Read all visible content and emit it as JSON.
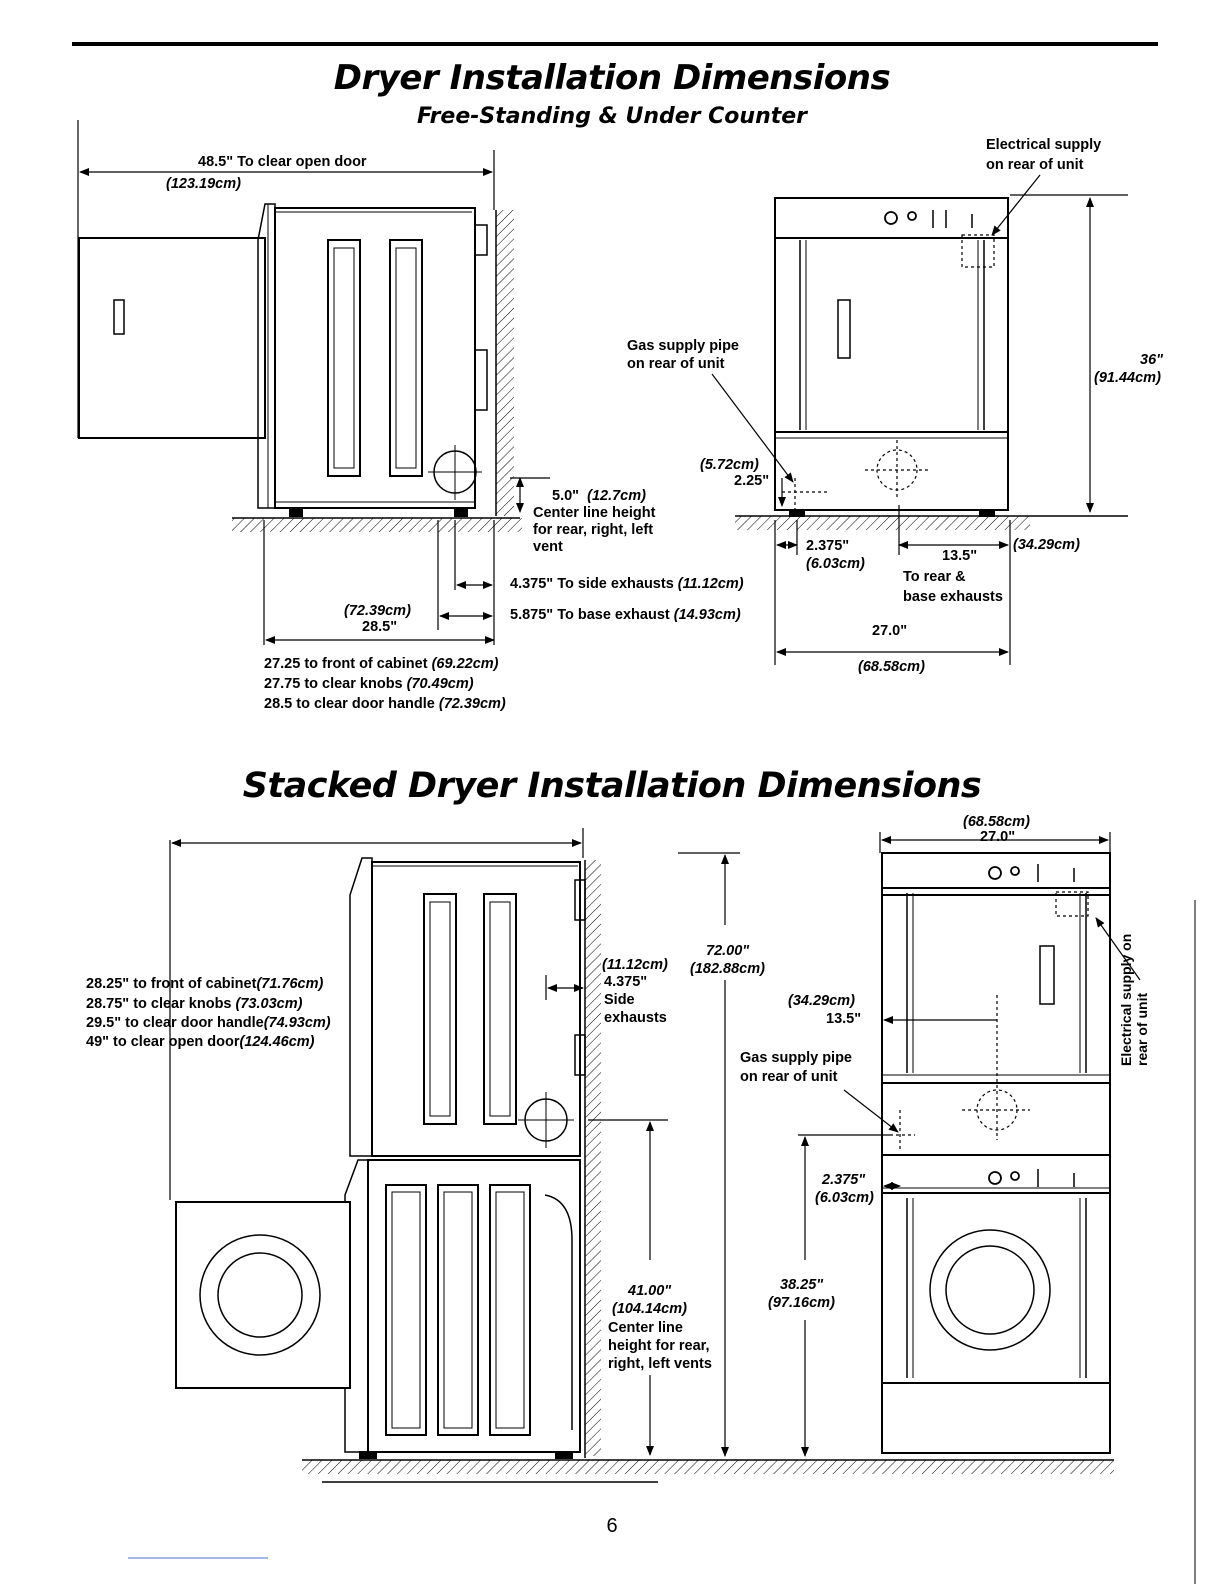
{
  "page_number": "6",
  "section1": {
    "title": "Dryer Installation Dimensions",
    "subtitle": "Free-Standing & Under Counter",
    "side": {
      "open_door": "48.5\"   To clear open door",
      "open_door_cm": "(123.19cm)",
      "centerline": "5.0\"",
      "centerline_cm": "(12.7cm)",
      "centerline_desc": [
        "Center line height",
        "for rear, right, left",
        "vent"
      ],
      "side_exhaust": "4.375\" To side exhausts",
      "side_exhaust_cm": "(11.12cm)",
      "base_exhaust": "5.875\" To base exhaust",
      "base_exhaust_cm": "(14.93cm)",
      "depth_cm": "(72.39cm)",
      "depth": "28.5\"",
      "depth_notes": [
        {
          "text": "27.25 to front of cabinet",
          "cm": "(69.22cm)"
        },
        {
          "text": "27.75 to clear knobs",
          "cm": "(70.49cm)"
        },
        {
          "text": "28.5 to clear door handle",
          "cm": "(72.39cm)"
        }
      ]
    },
    "front": {
      "electrical": [
        "Electrical supply",
        "on rear of unit"
      ],
      "gas": [
        "Gas supply pipe",
        "on rear of unit"
      ],
      "height": "36\"",
      "height_cm": "(91.44cm)",
      "gas_height_cm": "(5.72cm)",
      "gas_height": "2.25\"",
      "gas_offset": "2.375\"",
      "gas_offset_cm": "(6.03cm)",
      "rear_exhaust": "13.5\"",
      "rear_exhaust_cm": "(34.29cm)",
      "rear_exhaust_desc": [
        "To rear &",
        "base exhausts"
      ],
      "width": "27.0\"",
      "width_cm": "(68.58cm)"
    }
  },
  "section2": {
    "title": "Stacked Dryer Installation Dimensions",
    "side": {
      "notes": [
        {
          "text": "28.25\" to front of cabinet",
          "cm": "(71.76cm)"
        },
        {
          "text": "28.75\" to clear knobs ",
          "cm": "(73.03cm)"
        },
        {
          "text": "29.5\" to clear door handle",
          "cm": "(74.93cm)"
        },
        {
          "text": "49\" to clear open door",
          "cm": "(124.46cm)"
        }
      ],
      "side_exhaust_cm": "(11.12cm)",
      "side_exhaust": "4.375\"",
      "side_exhaust_desc": [
        "Side",
        "exhausts"
      ],
      "total_height": "72.00\"",
      "total_height_cm": "(182.88cm)",
      "vent_height": "41.00\"",
      "vent_height_cm": "(104.14cm)",
      "vent_desc": [
        "Center line",
        "height for rear,",
        "right, left vents"
      ]
    },
    "front": {
      "width_cm": "(68.58cm)",
      "width": "27.0\"",
      "electrical": "Electrical supply on rear of unit",
      "rear_exhaust_cm": "(34.29cm)",
      "rear_exhaust": "13.5\"",
      "gas": [
        "Gas supply pipe",
        "on rear of unit"
      ],
      "gas_offset": "2.375\"",
      "gas_offset_cm": "(6.03cm)",
      "gas_height": "38.25\"",
      "gas_height_cm": "(97.16cm)"
    }
  }
}
